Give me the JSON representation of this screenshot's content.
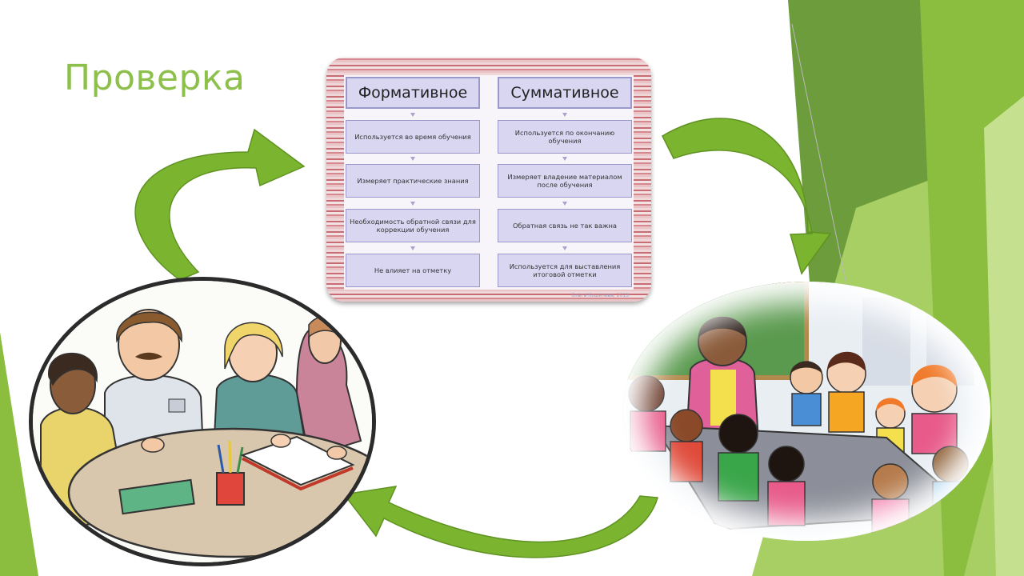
{
  "slide": {
    "title": "Проверка"
  },
  "comparison_table": {
    "headers": [
      "Формативное",
      "Суммативное"
    ],
    "formative_rows": [
      "Используется во время обучения",
      "Измеряет практические знания",
      "Необходимость обратной связи для коррекции обучения",
      "Не влияет на отметку"
    ],
    "summative_rows": [
      "Используется по окончанию обучения",
      "Измеряет владение материалом после обучения",
      "Обратная связь не так важна",
      "Используется для выставления итоговой отметки"
    ],
    "footer": "Ольга Кошелева, 2013"
  },
  "icons": {
    "cycle_arrows": "curved-arrow-icon"
  },
  "colors": {
    "title": "#8cc04a",
    "arrow": "#7bb52f",
    "decor_dark": "#6d9c3c",
    "decor_mid": "#8bbd3f",
    "decor_light": "#b5d77a",
    "table_cell": "#d9d6f2",
    "table_frame": "#d5898f"
  }
}
